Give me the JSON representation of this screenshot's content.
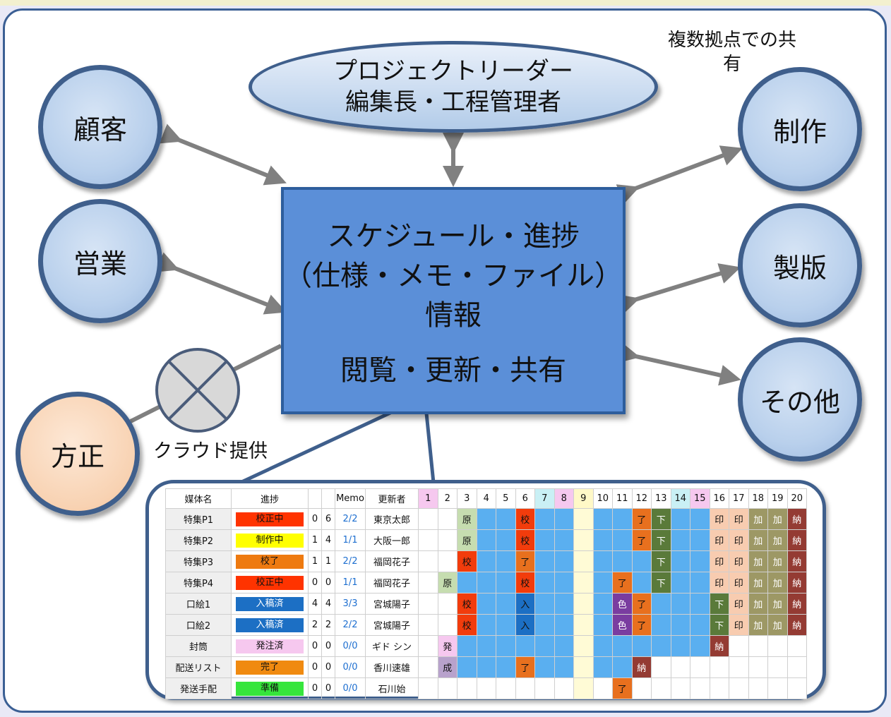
{
  "leader": {
    "line1": "プロジェクトリーダー",
    "line2": "編集長・工程管理者"
  },
  "nodes": {
    "customer": "顧客",
    "sales": "営業",
    "production": "制作",
    "platemaking": "製版",
    "other": "その他",
    "hosei": "方正"
  },
  "multi_site": {
    "line1": "複数拠点での共",
    "line2": "有"
  },
  "cloud_label": "クラウド提供",
  "center": {
    "line1": "スケジュール・進捗",
    "line2": "（仕様・メモ・ファイル）",
    "line3": "情報",
    "line4": "閲覧・更新・共有"
  },
  "table": {
    "headers": {
      "media": "媒体名",
      "progress": "進捗",
      "memo": "Memo",
      "updater": "更新者"
    },
    "days": [
      "1",
      "2",
      "3",
      "4",
      "5",
      "6",
      "7",
      "8",
      "9",
      "10",
      "11",
      "12",
      "13",
      "14",
      "15",
      "16",
      "17",
      "18",
      "19",
      "20"
    ],
    "rows": [
      {
        "name": "特集P1",
        "status": "校正中",
        "n1": "0",
        "n2": "6",
        "memo_a": "2",
        "memo_b": "2",
        "updater": "東京太郎",
        "cells": [
          "",
          "",
          "原",
          "",
          "",
          "校",
          "",
          "",
          "",
          "",
          "",
          "了",
          "下",
          "",
          "",
          "印",
          "印",
          "加",
          "加",
          "納"
        ]
      },
      {
        "name": "特集P2",
        "status": "制作中",
        "n1": "1",
        "n2": "4",
        "memo_a": "1",
        "memo_b": "1",
        "updater": "大阪一郎",
        "cells": [
          "",
          "",
          "原",
          "",
          "",
          "校",
          "",
          "",
          "",
          "",
          "",
          "了",
          "下",
          "",
          "",
          "印",
          "印",
          "加",
          "加",
          "納"
        ]
      },
      {
        "name": "特集P3",
        "status": "校了",
        "n1": "1",
        "n2": "1",
        "memo_a": "2",
        "memo_b": "2",
        "updater": "福岡花子",
        "cells": [
          "",
          "",
          "校",
          "",
          "",
          "了",
          "",
          "",
          "",
          "",
          "",
          "",
          "下",
          "",
          "",
          "印",
          "印",
          "加",
          "加",
          "納"
        ]
      },
      {
        "name": "特集P4",
        "status": "校正中",
        "n1": "0",
        "n2": "0",
        "memo_a": "1",
        "memo_b": "1",
        "updater": "福岡花子",
        "cells": [
          "",
          "原",
          "",
          "",
          "",
          "校",
          "",
          "",
          "",
          "",
          "了",
          "",
          "下",
          "",
          "",
          "印",
          "印",
          "加",
          "加",
          "納"
        ]
      },
      {
        "name": "口絵1",
        "status": "入稿済",
        "n1": "4",
        "n2": "4",
        "memo_a": "3",
        "memo_b": "3",
        "updater": "宮城陽子",
        "cells": [
          "",
          "",
          "校",
          "",
          "",
          "入",
          "",
          "",
          "",
          "",
          "色",
          "了",
          "",
          "",
          "",
          "下",
          "印",
          "加",
          "加",
          "納"
        ]
      },
      {
        "name": "口絵2",
        "status": "入稿済",
        "n1": "2",
        "n2": "2",
        "memo_a": "2",
        "memo_b": "2",
        "updater": "宮城陽子",
        "cells": [
          "",
          "",
          "校",
          "",
          "",
          "入",
          "",
          "",
          "",
          "",
          "色",
          "了",
          "",
          "",
          "",
          "下",
          "印",
          "加",
          "加",
          "納"
        ]
      },
      {
        "name": "封筒",
        "status": "発注済",
        "n1": "0",
        "n2": "0",
        "memo_a": "0",
        "memo_b": "0",
        "updater": "ギド シン",
        "cells": [
          "",
          "発",
          "",
          "",
          "",
          "",
          "",
          "",
          "",
          "",
          "",
          "",
          "",
          "",
          "",
          "納",
          "",
          "",
          "",
          ""
        ]
      },
      {
        "name": "配送リスト",
        "status": "完了",
        "n1": "0",
        "n2": "0",
        "memo_a": "0",
        "memo_b": "0",
        "updater": "香川速雄",
        "cells": [
          "",
          "成",
          "",
          "",
          "",
          "了",
          "",
          "",
          "",
          "",
          "",
          "納",
          "",
          "",
          "",
          "",
          "",
          "",
          "",
          ""
        ]
      },
      {
        "name": "発送手配",
        "status": "準備",
        "n1": "0",
        "n2": "0",
        "memo_a": "0",
        "memo_b": "0",
        "updater": "石川始",
        "cells": [
          "",
          "",
          "",
          "",
          "",
          "",
          "",
          "",
          "",
          "",
          "了",
          "",
          "",
          "",
          "",
          "",
          "",
          "",
          "",
          ""
        ]
      }
    ]
  }
}
